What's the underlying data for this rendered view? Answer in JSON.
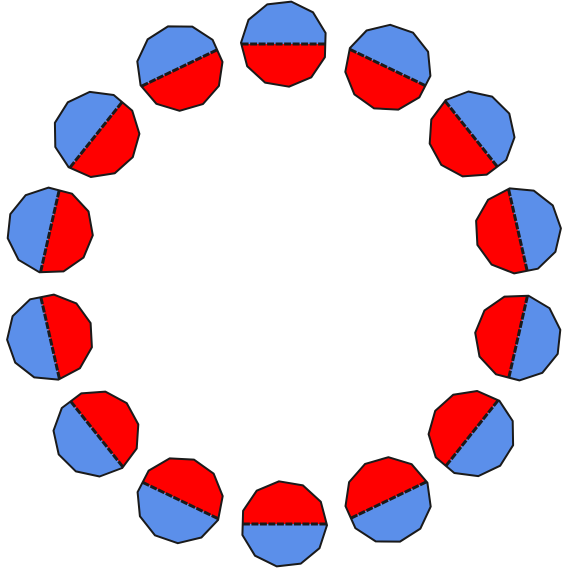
{
  "colors": {
    "half_a": "#5b8fea",
    "half_b": "#ff0000",
    "outline": "#1a1a1a",
    "background": "#ffffff"
  },
  "ring": {
    "count": 14,
    "sides": 11,
    "split_rotation_turns_per_ring": 1
  }
}
